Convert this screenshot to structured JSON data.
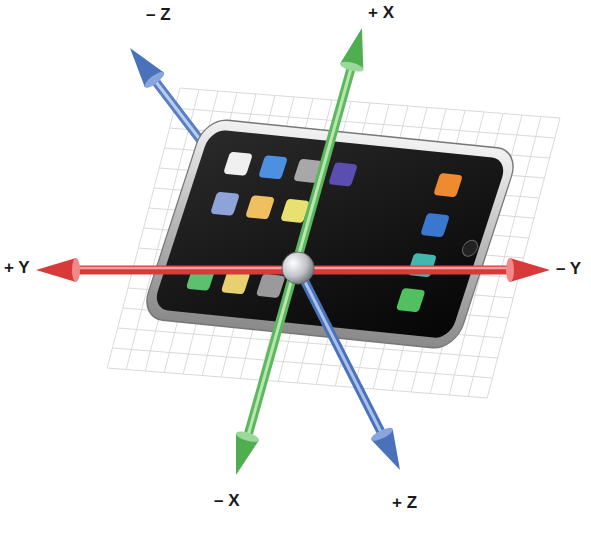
{
  "diagram": {
    "labels": [
      "– Z",
      "+ X",
      "+ Y",
      "– Y",
      "– X",
      "+ Z"
    ]
  }
}
